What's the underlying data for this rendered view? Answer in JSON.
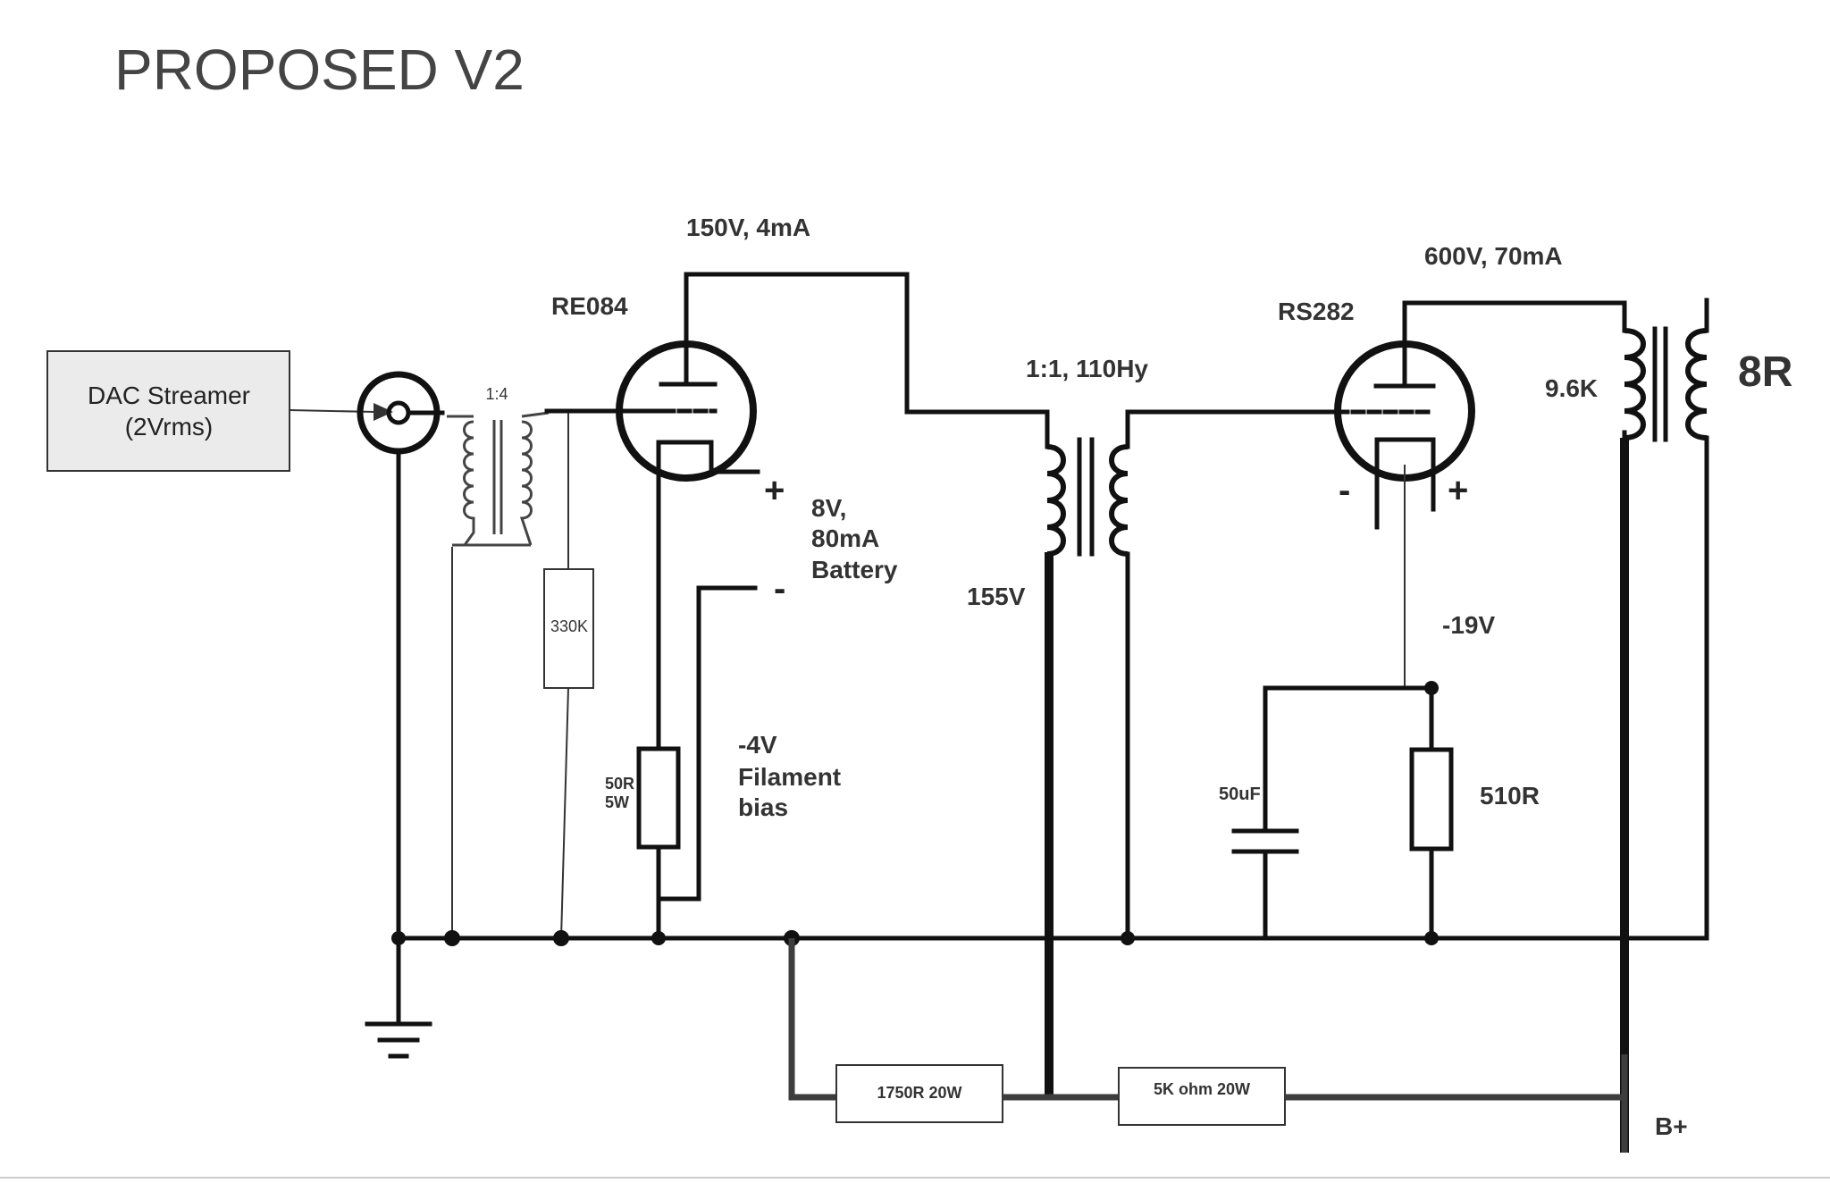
{
  "title": "PROPOSED V2",
  "source": {
    "line1": "DAC Streamer",
    "line2": "(2Vrms)"
  },
  "input_transformer": {
    "ratio": "1:4"
  },
  "grid_resistor": {
    "value": "330K"
  },
  "driver_tube": {
    "name": "RE084",
    "operating_point": "150V, 4mA",
    "filament_supply": {
      "plus": "+",
      "minus": "-",
      "line1": "8V,",
      "line2": "80mA",
      "line3": "Battery"
    },
    "bias_resistor": {
      "line1": "50R",
      "line2": "5W"
    },
    "bias_note": {
      "line1": "-4V",
      "line2": "Filament",
      "line3": "bias"
    }
  },
  "interstage_transformer": {
    "spec": "1:1, 110Hy",
    "voltage": "155V"
  },
  "output_tube": {
    "name": "RS282",
    "operating_point": "600V, 70mA",
    "filament_minus": "-",
    "filament_plus": "+",
    "bias_voltage": "-19V",
    "cathode_capacitor": "50uF",
    "cathode_resistor": "510R"
  },
  "output_transformer": {
    "primary": "9.6K",
    "secondary": "8R"
  },
  "supply": {
    "dropper_1": "1750R 20W",
    "dropper_2": "5K ohm 20W",
    "rail": "B+"
  }
}
